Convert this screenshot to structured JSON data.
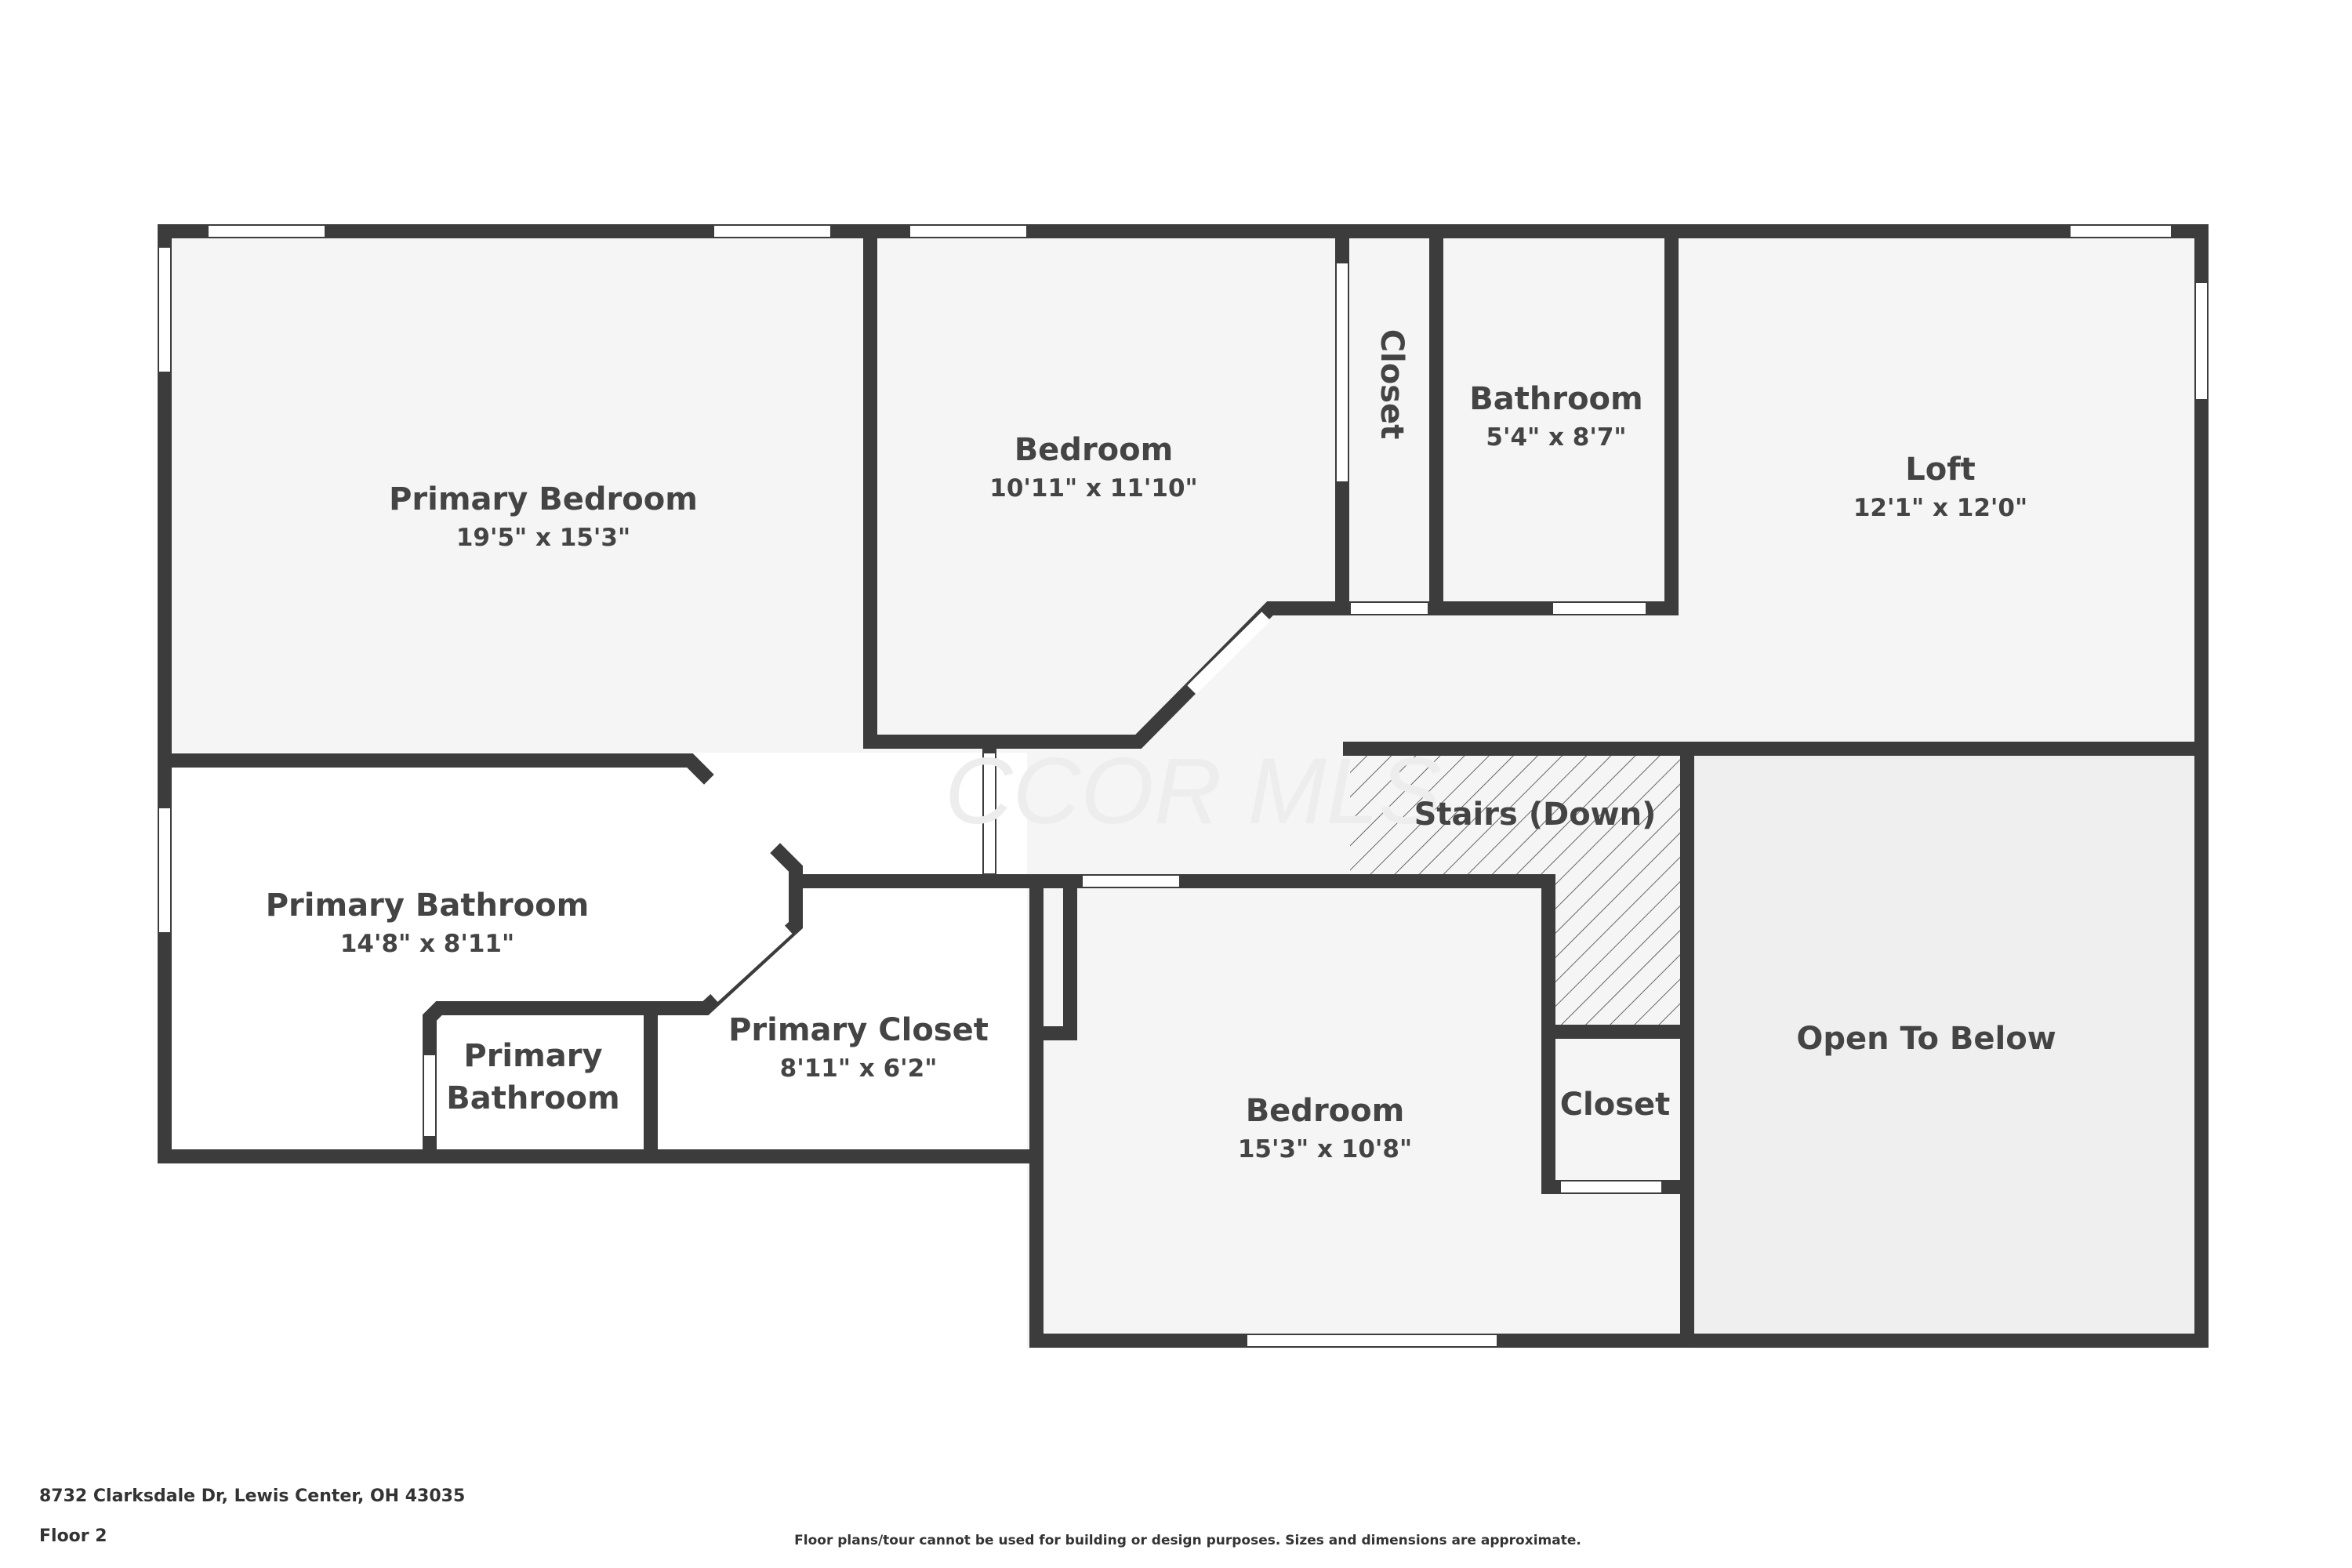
{
  "rooms": {
    "primary_bedroom": {
      "name": "Primary Bedroom",
      "dims": "19'5\" x 15'3\""
    },
    "bedroom_top": {
      "name": "Bedroom",
      "dims": "10'11\" x 11'10\""
    },
    "closet_top": {
      "name": "Closet"
    },
    "bathroom": {
      "name": "Bathroom",
      "dims": "5'4\" x 8'7\""
    },
    "loft": {
      "name": "Loft",
      "dims": "12'1\" x 12'0\""
    },
    "stairs": {
      "name": "Stairs (Down)"
    },
    "primary_bathroom": {
      "name": "Primary Bathroom",
      "dims": "14'8\" x 8'11\""
    },
    "primary_bathroom_small": {
      "name_line1": "Primary",
      "name_line2": "Bathroom"
    },
    "primary_closet": {
      "name": "Primary Closet",
      "dims": "8'11\" x 6'2\""
    },
    "bedroom_bottom": {
      "name": "Bedroom",
      "dims": "15'3\" x 10'8\""
    },
    "closet_bottom": {
      "name": "Closet"
    },
    "open_to_below": {
      "name": "Open To Below"
    }
  },
  "watermark": "CCOR MLS",
  "footer": {
    "address": "8732 Clarksdale Dr, Lewis Center, OH 43035",
    "floor": "Floor 2",
    "disclaimer": "Floor plans/tour cannot be used for building or design purposes. Sizes and dimensions are approximate."
  },
  "colors": {
    "wall": "#3c3c3c",
    "floor": "#f5f5f5",
    "open_area": "#efefef",
    "text": "#444444"
  }
}
